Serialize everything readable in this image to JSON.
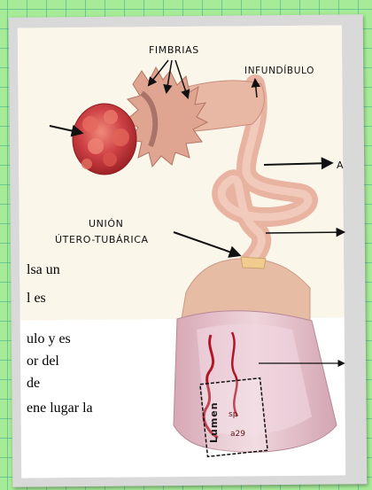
{
  "labels": {
    "fimbrias": "FIMBRIAS",
    "infundibulo": "INFUNDÍBULO",
    "truncated_a": "A",
    "union_line1": "UNIÓN",
    "union_line2": "ÚTERO-TUBÁRICA",
    "lumen": "Lumen",
    "handwritten_top": "sp",
    "handwritten_bottom": "a29"
  },
  "body_text": [
    "lsa un",
    "l es",
    "",
    "ulo y es",
    "or del",
    "de",
    "ene lugar la"
  ],
  "colors": {
    "grid_background": "#a6ec98",
    "grid_lines": "#3faa8c",
    "tube_fill": "#e8b3a0",
    "ovary_fill": "#c93b3d",
    "fimbria_fill": "#dfa591",
    "uterus_wall": "#d9b6c6",
    "lumen_fold": "#b0182a"
  }
}
